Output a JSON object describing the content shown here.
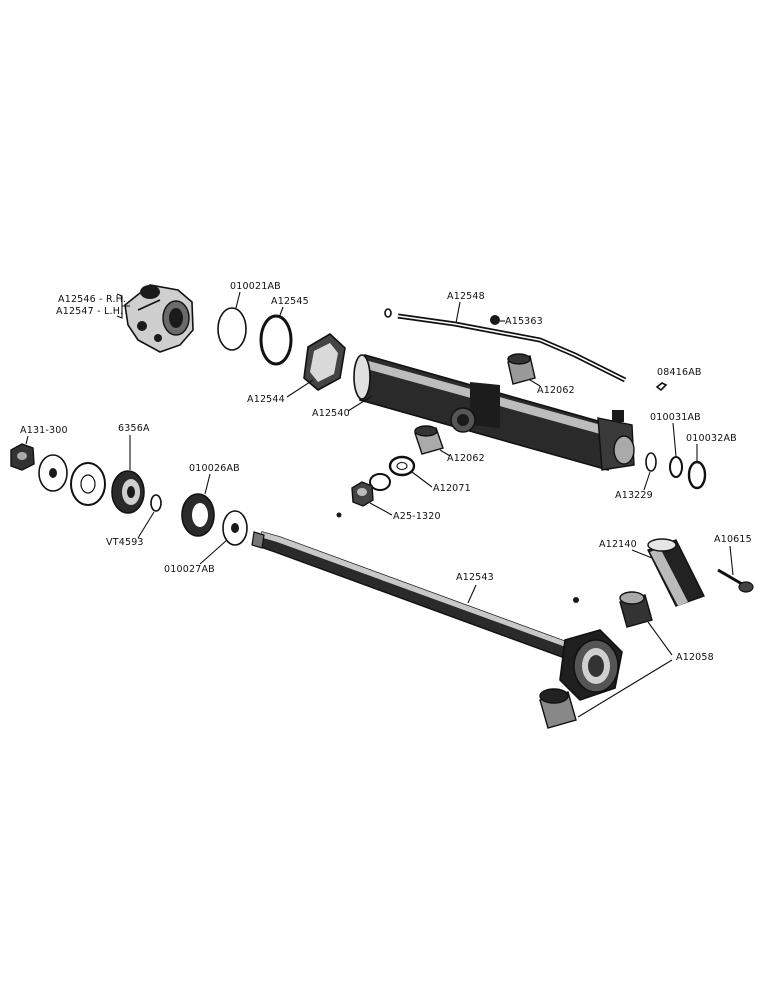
{
  "labels": {
    "a12546": "A12546 - R.H.",
    "a12547": "A12547 - L.H.",
    "p010021ab": "010021AB",
    "p12545": "A12545",
    "p12548": "A12548",
    "p15363": "A15363",
    "p12544": "A12544",
    "p12540": "A12540",
    "p12062a": "A12062",
    "p08416ab": "08416AB",
    "p12062b": "A12062",
    "p12071": "A12071",
    "p25_1320": "A25-1320",
    "p010031ab": "010031AB",
    "p010032ab": "010032AB",
    "p13229": "A13229",
    "p131_300": "A131-300",
    "p6356a": "6356A",
    "p010026ab": "010026AB",
    "vt4593": "VT4593",
    "p010027ab": "010027AB",
    "p12140": "A12140",
    "p10615": "A10615",
    "p12543": "A12543",
    "p12058": "A12058"
  }
}
